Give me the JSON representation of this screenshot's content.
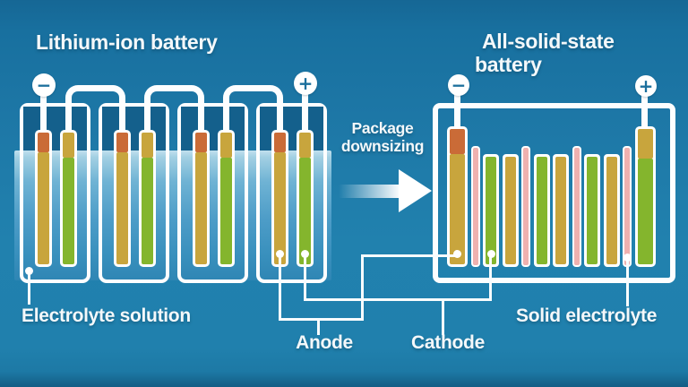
{
  "colors": {
    "background": "#1d77a6",
    "wire_white": "#ffffff",
    "anode_collector_orange": "#ca6b37",
    "anode_yellow": "#c8a53d",
    "cathode_green": "#84b52d",
    "solid_electrolyte_pink": "#efb1af",
    "electrolyte_liquid_top": "#a3d0e3",
    "electrolyte_liquid_bottom": "#2f86b4",
    "terminal_sign_blue": "#1b6f9c"
  },
  "left_battery": {
    "title": "Lithium-ion battery",
    "cell_count": 4,
    "negative_sign": "−",
    "positive_sign": "+",
    "electrolyte_label": "Electrolyte solution"
  },
  "right_battery": {
    "title_line1": "All-solid-state",
    "title_line2": "battery",
    "negative_sign": "−",
    "positive_sign": "+",
    "bar_sequence": [
      "anode-collector",
      "solid-electrolyte",
      "cathode",
      "anode",
      "solid-electrolyte",
      "cathode",
      "anode",
      "solid-electrolyte",
      "cathode",
      "anode",
      "solid-electrolyte",
      "cathode-collector"
    ],
    "solid_electrolyte_label": "Solid electrolyte"
  },
  "transition": {
    "label_line1": "Package",
    "label_line2": "downsizing"
  },
  "electrode_labels": {
    "anode": "Anode",
    "cathode": "Cathode"
  }
}
